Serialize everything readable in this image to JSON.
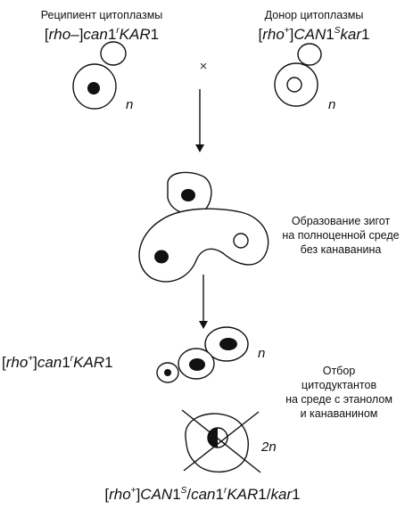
{
  "recipient": {
    "title": "Реципиент цитоплазмы",
    "genotype": {
      "lb": "[",
      "rho": "rho",
      "sign": "–",
      "rb": "]",
      "gene1": "can",
      "n1": "1",
      "sup1": "r",
      "gene2": "KAR",
      "n2": "1"
    },
    "ploidy": "n"
  },
  "donor": {
    "title": "Донор цитоплазмы",
    "genotype": {
      "lb": "[",
      "rho": "rho",
      "sign": "+",
      "rb": "]",
      "gene1": "CAN",
      "n1": "1",
      "sup1": "S",
      "gene2": "kar",
      "n2": "1"
    },
    "ploidy": "n"
  },
  "cross_symbol": "×",
  "step1_text": [
    "Образование зигот",
    "на полноценной среде",
    "без канаванина"
  ],
  "bud_genotype": {
    "lb": "[",
    "rho": "rho",
    "sign": "+",
    "rb": "]",
    "gene1": "can",
    "n1": "1",
    "sup1": "r",
    "gene2": "KAR",
    "n2": "1"
  },
  "bud_ploidy": "n",
  "step2_text": [
    "Отбор",
    "цитодуктантов",
    "на среде с этанолом",
    "и канаванином"
  ],
  "diploid_ploidy": "2n",
  "final_genotype": {
    "lb": "[",
    "rho": "rho",
    "sign": "+",
    "rb": "]",
    "gene1": "CAN",
    "n1": "1",
    "sup1": "S",
    "slash1": "/",
    "gene2": "can",
    "n2": "1",
    "sup2": "r",
    "gene3": "KAR",
    "n3": "1",
    "slash2": "/",
    "gene4": "kar",
    "n4": "1"
  }
}
